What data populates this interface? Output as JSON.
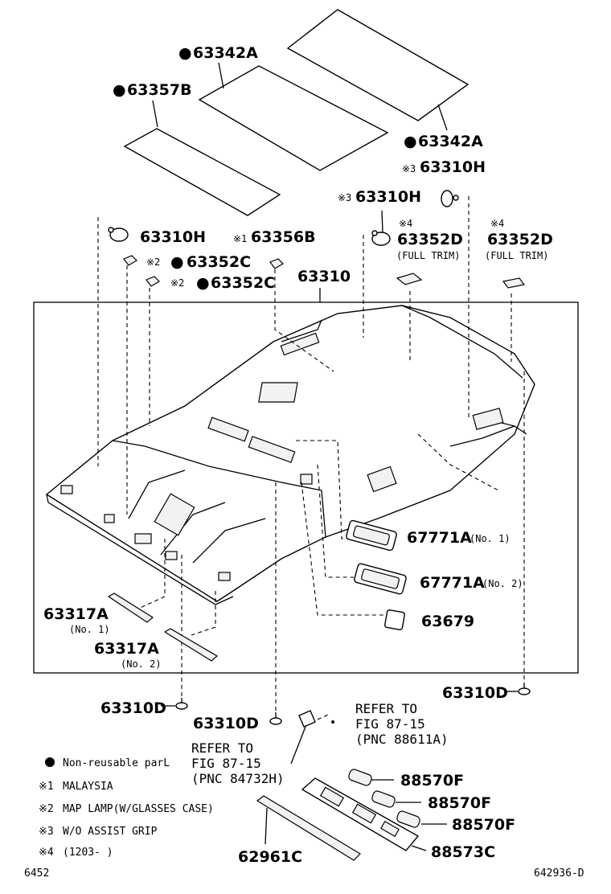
{
  "labels": {
    "p63342A_top": "63342A",
    "p63357B": "63357B",
    "p63342A_mid": "63342A",
    "p63310H_r": "63310H",
    "p63310H_m": "63310H",
    "p63310H_l": "63310H",
    "p63356B": "63356B",
    "p63352D_1": "63352D",
    "p63352D_2": "63352D",
    "full_trim_1": "(FULL TRIM)",
    "full_trim_2": "(FULL TRIM)",
    "p63352C_1": "63352C",
    "p63352C_2": "63352C",
    "p63310": "63310",
    "p67771A_1": "67771A",
    "p67771A_1_sub": "(No. 1)",
    "p67771A_2": "67771A",
    "p67771A_2_sub": "(No. 2)",
    "p63679": "63679",
    "p63317A_1": "63317A",
    "p63317A_1_sub": "(No. 1)",
    "p63317A_2": "63317A",
    "p63317A_2_sub": "(No. 2)",
    "p63310D_l": "63310D",
    "p63310D_m": "63310D",
    "p63310D_r": "63310D",
    "p88570F_1": "88570F",
    "p88570F_2": "88570F",
    "p88570F_3": "88570F",
    "p88573C": "88573C",
    "p62961C": "62961C"
  },
  "marks": {
    "dot": "●",
    "note1": "※1",
    "note2": "※2",
    "note3": "※3",
    "note4": "※4"
  },
  "refer_right": {
    "line1": "REFER TO",
    "line2": "FIG 87-15",
    "line3": "(PNC 88611A)"
  },
  "refer_left": {
    "line1": "REFER TO",
    "line2": "FIG 87-15",
    "line3": "(PNC 84732H)"
  },
  "legend": {
    "non_reusable": "Non-reusable parL",
    "n1": "MALAYSIA",
    "n2": "MAP LAMP(W/GLASSES CASE)",
    "n3": "W/O ASSIST GRIP",
    "n4": "(1203-      )"
  },
  "footer": {
    "left": "6452",
    "right": "642936-D"
  }
}
